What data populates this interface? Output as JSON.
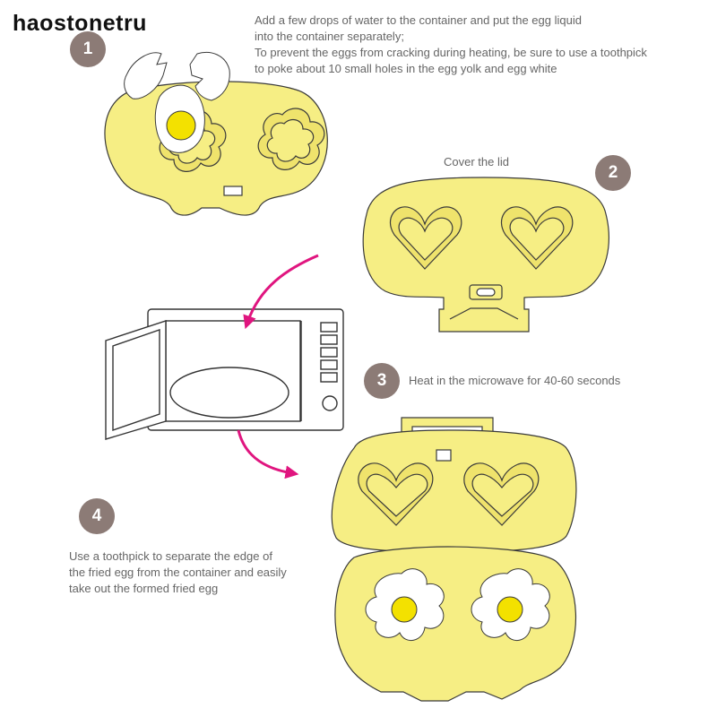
{
  "watermark": "haostonetru",
  "steps": [
    {
      "number": "1",
      "text": "Add a few drops of water to the container and put the egg liquid\n into the container separately;\nTo prevent the eggs from cracking during heating, be sure to use a toothpick\nto poke about 10 small holes in the egg yolk and egg white"
    },
    {
      "number": "2",
      "text": "Cover the lid"
    },
    {
      "number": "3",
      "text": "Heat in the microwave for 40-60 seconds"
    },
    {
      "number": "4",
      "text": "Use a toothpick to separate the edge of\nthe fried egg from the container and easily\ntake out the formed fried egg"
    }
  ],
  "colors": {
    "mold_yellow": "#f6ee84",
    "mold_outline": "#3a3a3a",
    "badge": "#8c7b76",
    "arrow": "#e0157f",
    "yolk": "#f3e100",
    "text": "#666666"
  }
}
